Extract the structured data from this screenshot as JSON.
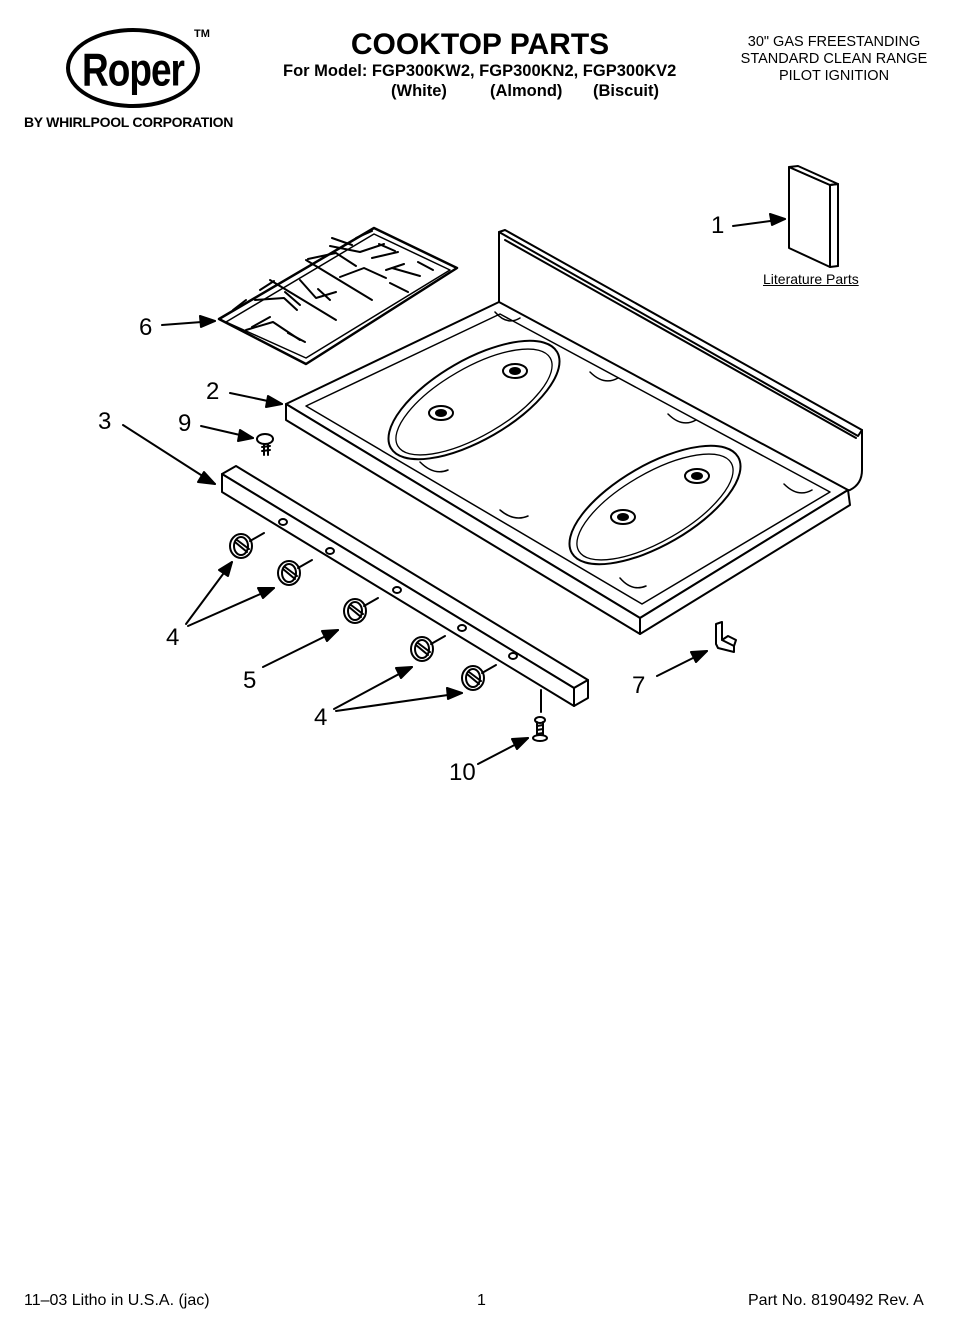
{
  "brand": {
    "logo_text": "Roper",
    "trademark": "TM",
    "byline": "BY WHIRLPOOL CORPORATION"
  },
  "header": {
    "title": "COOKTOP PARTS",
    "models_line": "For Model: FGP300KW2, FGP300KN2, FGP300KV2",
    "colors": [
      "(White)",
      "(Almond)",
      "(Biscuit)"
    ]
  },
  "product_description": [
    "30\" GAS FREESTANDING",
    "STANDARD CLEAN RANGE",
    "PILOT IGNITION"
  ],
  "diagram": {
    "callouts": [
      "1",
      "2",
      "3",
      "4",
      "4",
      "5",
      "6",
      "7",
      "9",
      "10"
    ],
    "literature_label": "Literature Parts"
  },
  "footer": {
    "litho": "11–03 Litho in U.S.A. (jac)",
    "page": "1",
    "part_no": "Part No. 8190492 Rev. A"
  }
}
